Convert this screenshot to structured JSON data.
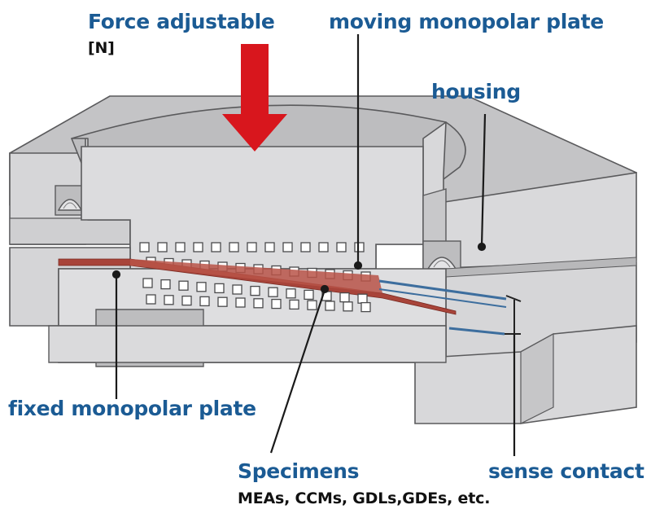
{
  "labels": {
    "force_title": "Force adjustable",
    "force_unit": "[N]",
    "moving_plate": "moving monopolar plate",
    "housing": "housing",
    "fixed_plate": "fixed monopolar plate",
    "specimens_title": "Specimens",
    "specimens_examples": "MEAs, CCMs, GDLs,GDEs, etc.",
    "sense_contact": "sense contact"
  },
  "colors": {
    "label_blue": "#1b5b94",
    "arrow_red": "#d8161d",
    "specimen_red": "#a8443a",
    "sense_line_blue": "#3d6e9e",
    "housing_front": "#d4d4d6",
    "housing_top": "#c3c3c5",
    "housing_side": "#b4b4b6",
    "plate_front": "#e0e0e2"
  }
}
